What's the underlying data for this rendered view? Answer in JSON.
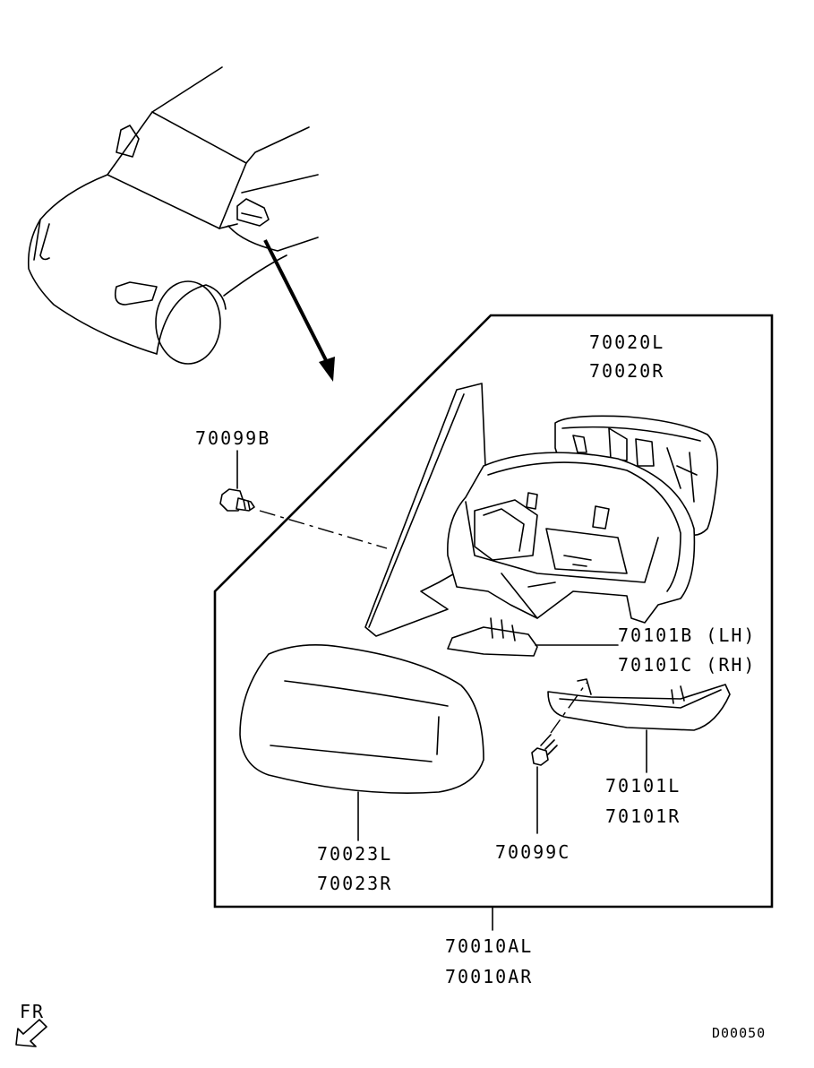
{
  "diagram_code": "D00050",
  "direction_marker": "FR",
  "parts": {
    "glass": [
      "70020L",
      "70020R"
    ],
    "screw_top": "70099B",
    "bracket": [
      "70101B (LH)",
      "70101C (RH)"
    ],
    "cover": [
      "70023L",
      "70023R"
    ],
    "screw_bottom": "70099C",
    "garnish": [
      "70101L",
      "70101R"
    ],
    "assembly": [
      "70010AL",
      "70010AR"
    ]
  },
  "colors": {
    "line": "#000000",
    "background": "#ffffff"
  },
  "icons": {
    "direction": "arrow-down-left-icon"
  }
}
